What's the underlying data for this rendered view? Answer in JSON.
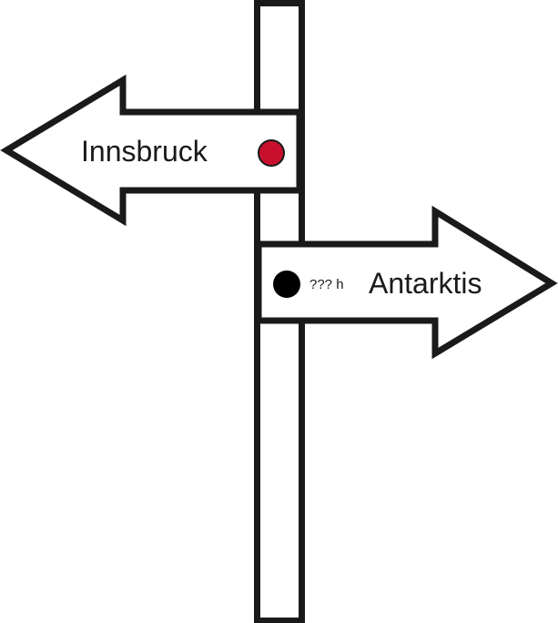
{
  "signs": [
    {
      "direction": "left",
      "destination": "Innsbruck",
      "marker_color": "#c8102e"
    },
    {
      "direction": "right",
      "destination": "Antarktis",
      "time": "??? h",
      "marker_color": "#000000"
    }
  ],
  "colors": {
    "stroke": "#1a1a1a",
    "fill": "#ffffff"
  }
}
